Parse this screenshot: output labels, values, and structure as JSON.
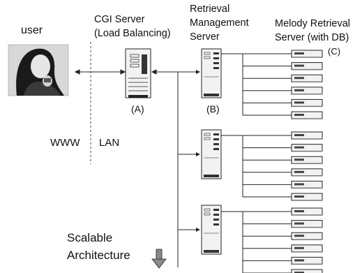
{
  "labels": {
    "user": "user",
    "cgi_server": [
      "CGI Server",
      "(Load Balancing)"
    ],
    "retrieval_server": [
      "Retrieval",
      "Management",
      "Server"
    ],
    "melody_server": [
      "Melody Retrieval",
      "Server (with DB)"
    ],
    "a": "(A)",
    "b": "(B)",
    "c": "(C)",
    "www": "WWW",
    "lan": "LAN",
    "scalable": [
      "Scalable",
      "Architecture"
    ]
  },
  "structure": {
    "retrieval_server_count": 3,
    "melody_servers_per_group": 6
  },
  "colors": {
    "line": "#222222",
    "server_fill": "#f2f2f2",
    "arrow_fill": "#8a8a8a"
  }
}
